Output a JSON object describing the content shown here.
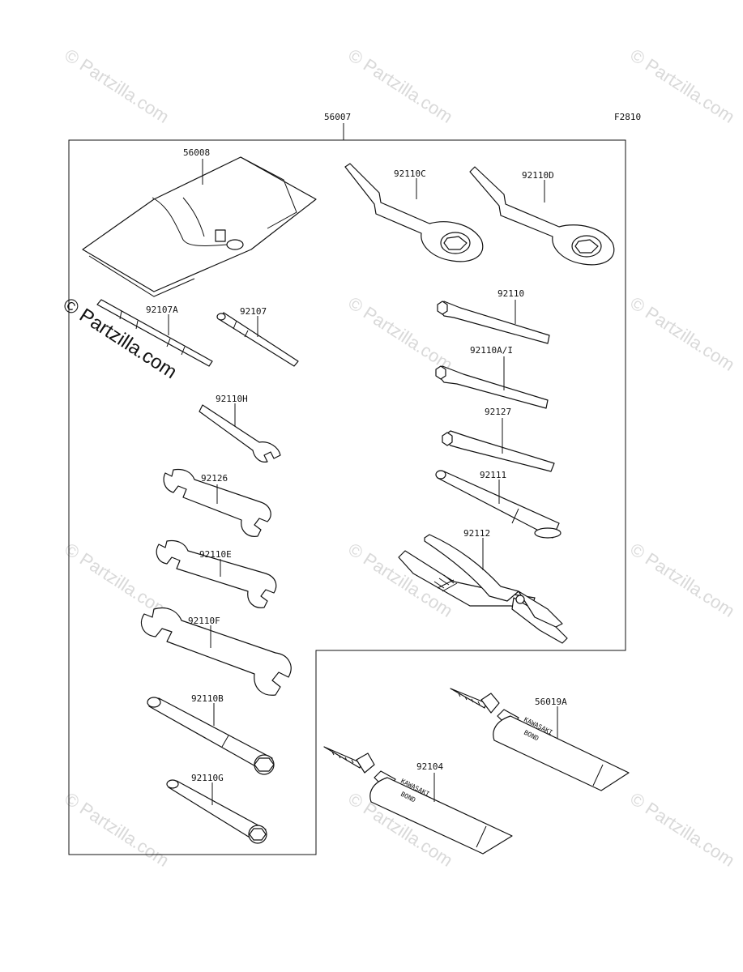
{
  "diagram_code": "F2810",
  "kit_label": "56007",
  "watermark": "© Partzilla.com",
  "parts": {
    "p56008": "56008",
    "p92107A": "92107A",
    "p92107": "92107",
    "p92110H": "92110H",
    "p92126": "92126",
    "p92110E": "92110E",
    "p92110F": "92110F",
    "p92110B": "92110B",
    "p92110G": "92110G",
    "p92110C": "92110C",
    "p92110D": "92110D",
    "p92110": "92110",
    "p92110AI": "92110A/I",
    "p92127": "92127",
    "p92111": "92111",
    "p92112": "92112",
    "p56019A": "56019A",
    "p92104": "92104"
  },
  "tube_text": {
    "brand": "KAWASAKI",
    "product": "BOND"
  }
}
